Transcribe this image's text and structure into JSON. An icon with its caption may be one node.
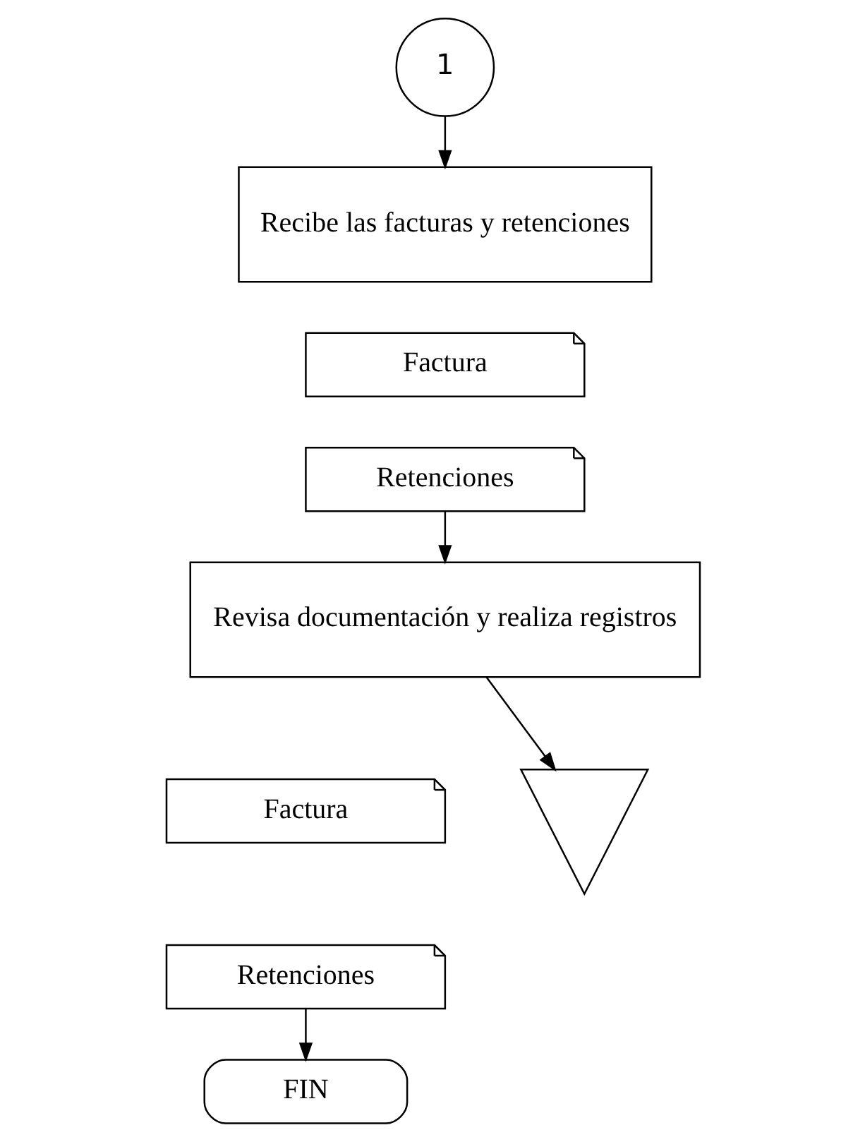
{
  "diagram": {
    "nodes": [
      {
        "text": [
          "1"
        ]
      },
      {
        "text": [
          "Recibe las facturas y retenciones"
        ]
      },
      {
        "text": [
          "Factura"
        ]
      },
      {
        "text": [
          "Retenciones"
        ]
      },
      {
        "text": [
          "Revisa documentación y realiza registros"
        ]
      },
      {
        "text": [
          "Factura"
        ]
      },
      {
        "text": [
          "Retenciones"
        ]
      },
      {
        "text": [],
        "shape": "triangle"
      },
      {
        "text": [
          "FIN"
        ]
      }
    ],
    "edges": [
      {
        "from": 0,
        "to": 1,
        "arrow": "to"
      },
      {
        "from": 3,
        "to": 4,
        "arrow": "to"
      },
      {
        "from": 4,
        "to": 7,
        "arrow": "to"
      },
      {
        "from": 6,
        "to": 8,
        "arrow": "to"
      }
    ]
  }
}
